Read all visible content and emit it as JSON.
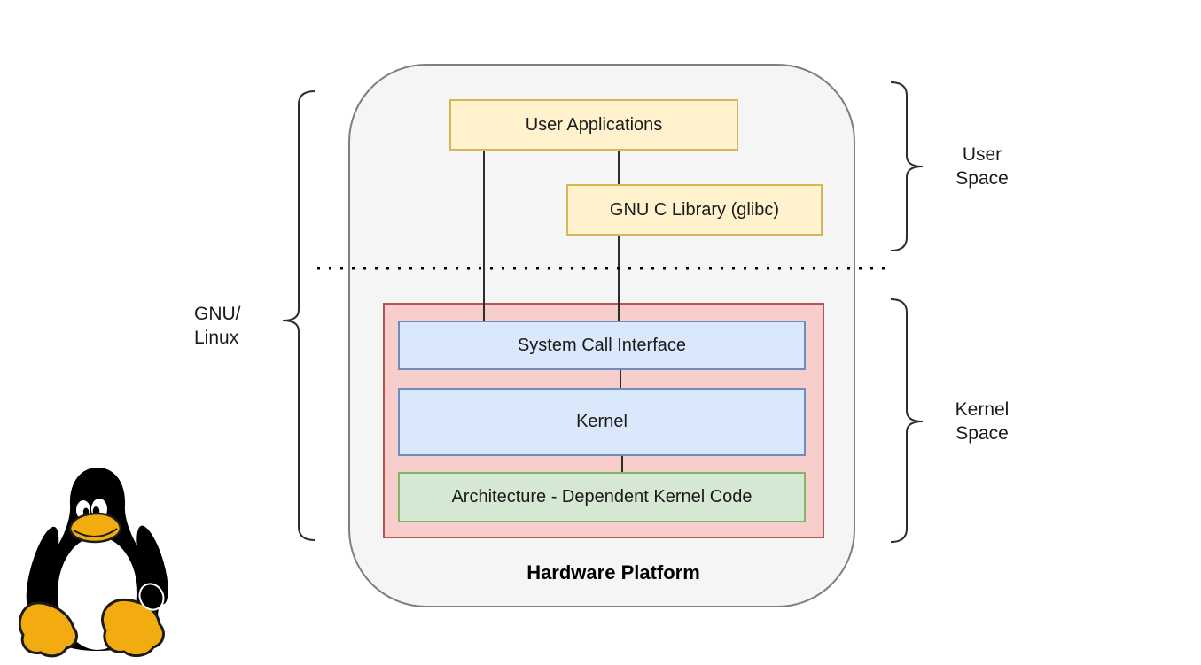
{
  "diagram": {
    "hardware_platform": {
      "label": "Hardware Platform"
    },
    "user_applications": {
      "label": "User Applications"
    },
    "glibc": {
      "label": "GNU C Library (glibc)"
    },
    "system_call_interface": {
      "label": "System Call Interface"
    },
    "kernel": {
      "label": "Kernel"
    },
    "arch_kernel_code": {
      "label": "Architecture - Dependent Kernel Code"
    },
    "side_labels": {
      "gnu_linux": "GNU/\nLinux",
      "user_space": "User\nSpace",
      "kernel_space": "Kernel\nSpace"
    },
    "icons": {
      "tux": "tux-penguin-linux-logo"
    },
    "colors": {
      "container_fill": "#f5f5f5",
      "container_stroke": "#7f7f7f",
      "user_space_box_fill": "#fff2cc",
      "user_space_box_stroke": "#d6b656",
      "kernel_group_fill": "#f8cecc",
      "kernel_group_stroke": "#b85450",
      "kernel_box_fill": "#dae8fc",
      "kernel_box_stroke": "#6c8ebf",
      "arch_box_fill": "#d5e8d4",
      "arch_box_stroke": "#82b366",
      "line_color": "#2d2d2d",
      "tux_yellow": "#f2ac0f"
    }
  }
}
